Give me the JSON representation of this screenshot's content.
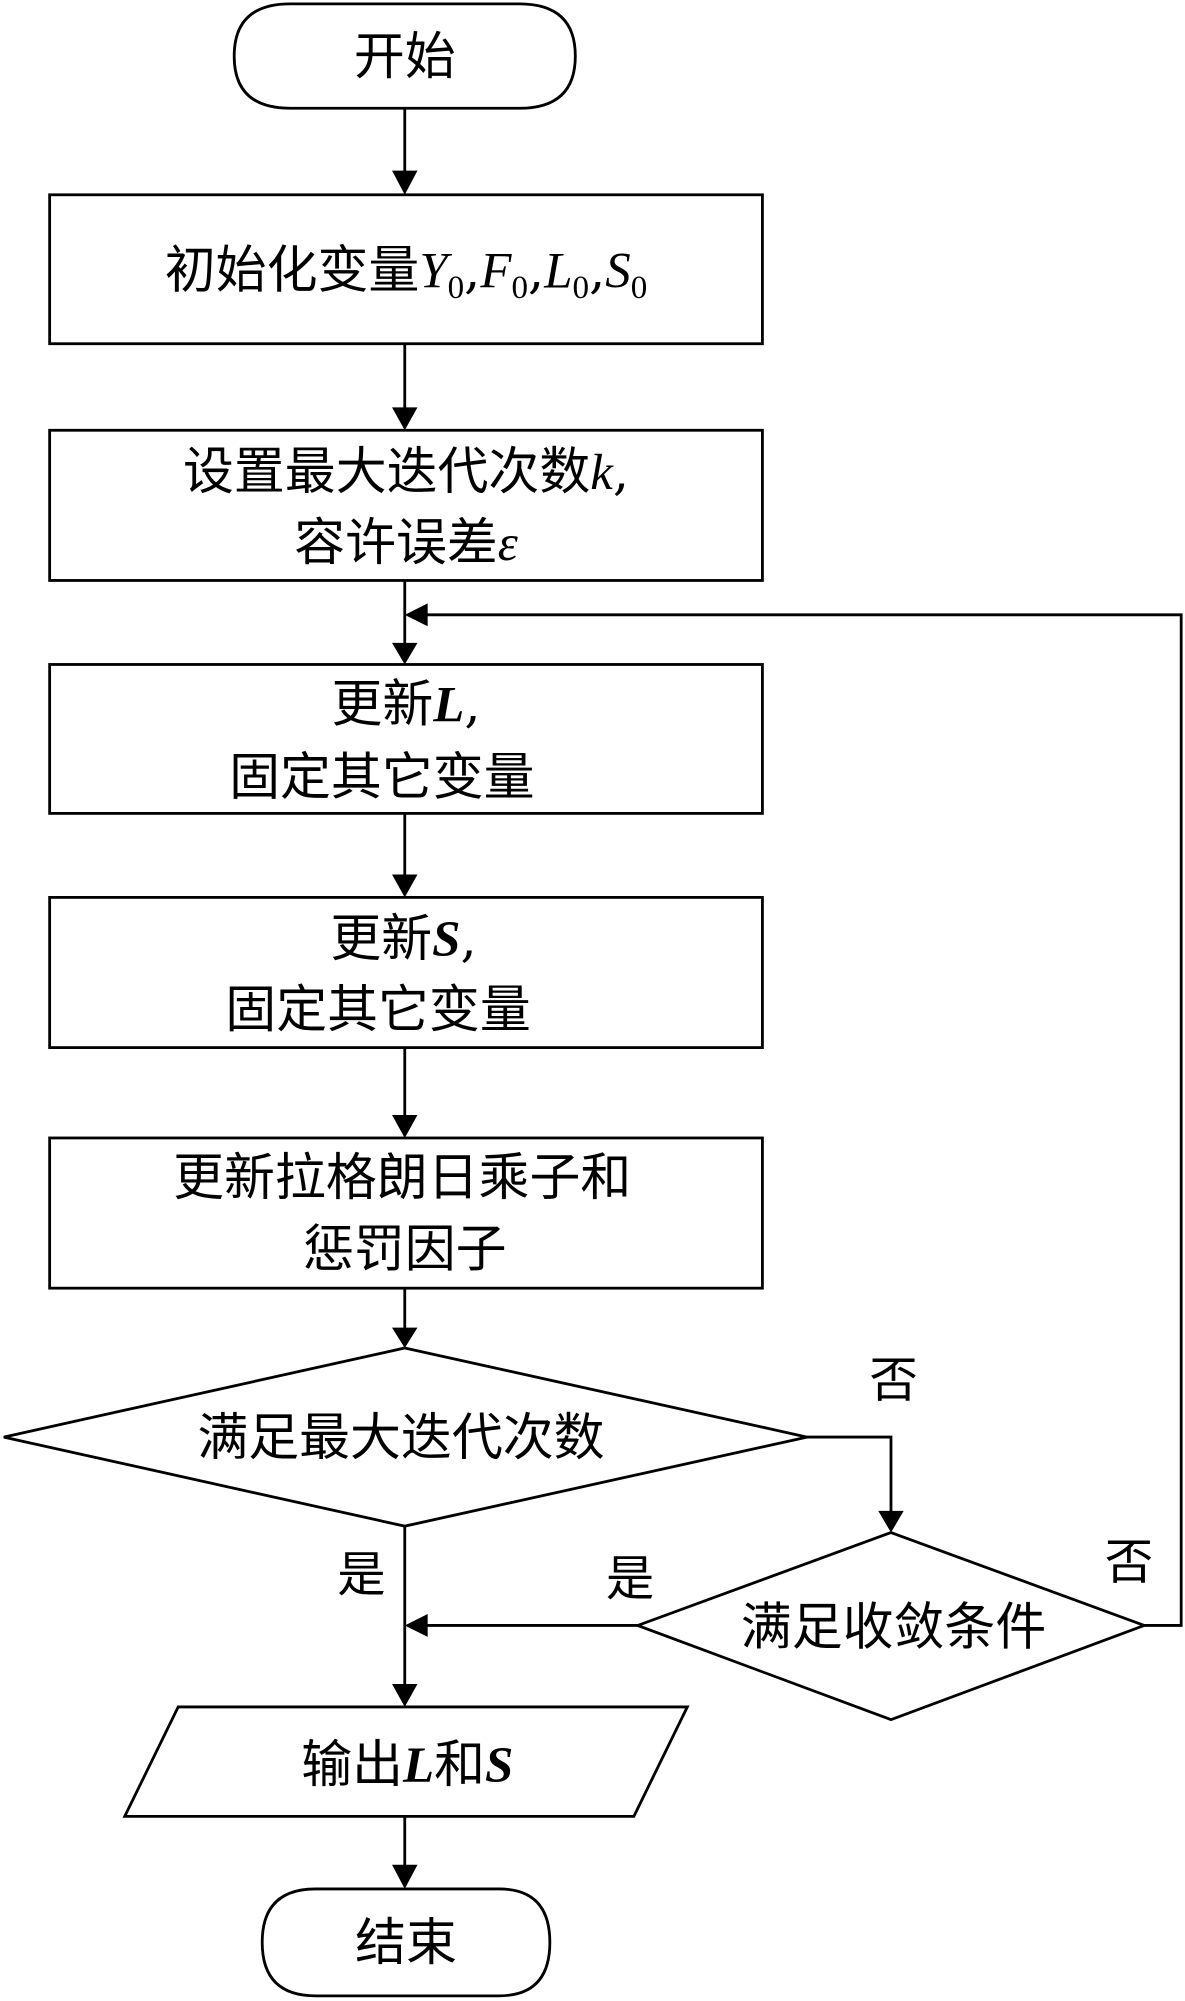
{
  "diagram": {
    "type": "flowchart",
    "nodes": {
      "start": {
        "shape": "terminator",
        "text": "开始"
      },
      "init": {
        "shape": "process",
        "prefix": "初始化变量",
        "vars": [
          {
            "sym": "Y",
            "sub": "0"
          },
          {
            "sym": "F",
            "sub": "0"
          },
          {
            "sym": "L",
            "sub": "0"
          },
          {
            "sym": "S",
            "sub": "0"
          }
        ]
      },
      "setup": {
        "shape": "process",
        "line1_prefix": "设置最大迭代次数",
        "line1_var": "k",
        "line1_suffix": ",",
        "line2_prefix": "容许误差",
        "line2_var": "ε"
      },
      "update_l": {
        "shape": "process",
        "line1_prefix": "更新",
        "line1_var": "L",
        "line1_suffix": ",",
        "line2": "固定其它变量"
      },
      "update_s": {
        "shape": "process",
        "line1_prefix": "更新",
        "line1_var": "S",
        "line1_suffix": ",",
        "line2": "固定其它变量"
      },
      "update_multiplier": {
        "shape": "process",
        "line1": "更新拉格朗日乘子和",
        "line2": "惩罚因子"
      },
      "check_max_iter": {
        "shape": "decision",
        "text": "满足最大迭代次数"
      },
      "check_converge": {
        "shape": "decision",
        "text": "满足收敛条件"
      },
      "output": {
        "shape": "io",
        "prefix": "输出",
        "var1": "L",
        "mid": "和",
        "var2": "S"
      },
      "end": {
        "shape": "terminator",
        "text": "结束"
      }
    },
    "edge_labels": {
      "max_iter_no": "否",
      "max_iter_yes": "是",
      "converge_yes": "是",
      "converge_no": "否"
    },
    "edges": [
      {
        "from": "start",
        "to": "init"
      },
      {
        "from": "init",
        "to": "setup"
      },
      {
        "from": "setup",
        "to": "update_l"
      },
      {
        "from": "update_l",
        "to": "update_s"
      },
      {
        "from": "update_s",
        "to": "update_multiplier"
      },
      {
        "from": "update_multiplier",
        "to": "check_max_iter"
      },
      {
        "from": "check_max_iter",
        "to": "check_converge",
        "label": "否"
      },
      {
        "from": "check_max_iter",
        "to": "output",
        "label": "是"
      },
      {
        "from": "check_converge",
        "to": "output",
        "label": "是"
      },
      {
        "from": "check_converge",
        "to": "update_l",
        "label": "否"
      },
      {
        "from": "output",
        "to": "end"
      }
    ]
  }
}
